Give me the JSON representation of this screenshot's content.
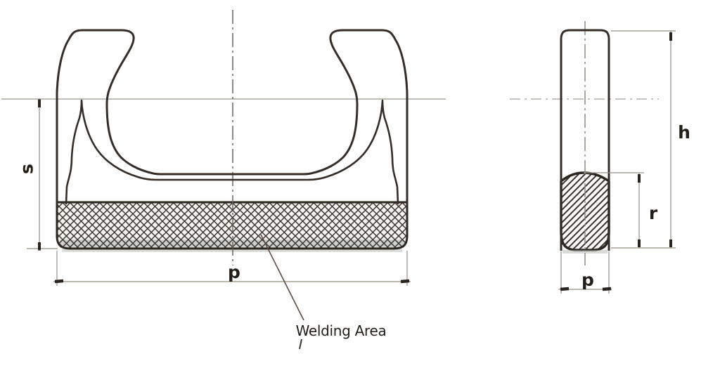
{
  "drawing": {
    "type": "technical-drawing",
    "subject": "pipe-clamp two-view drawing",
    "front_view": {
      "dim_width_label": "p",
      "dim_height_label": "s",
      "annotation": "Welding Area"
    },
    "side_view": {
      "dim_height_label": "h",
      "dim_weld_label": "r",
      "dim_width_label": "p"
    },
    "colors": {
      "outline": "#352d28",
      "dimension_line": "#938d85",
      "centerline": "#6b635c",
      "tick": "#2a231e",
      "hatch": "#3b3630",
      "band_fill": "#f4f3f0",
      "band_shadow": "#a8aea8",
      "background": "#ffffff"
    }
  }
}
